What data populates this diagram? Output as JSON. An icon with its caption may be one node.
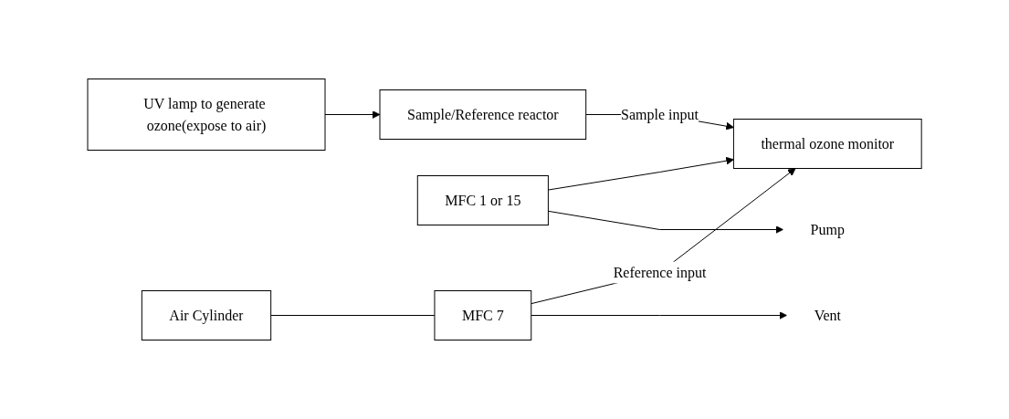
{
  "diagram": {
    "nodes": [
      {
        "text": [
          "UV lamp to generate ozone(expose to air)"
        ]
      },
      {
        "text": [
          "Sample/Reference reactor"
        ]
      },
      {
        "text": [
          "MFC 1 or 15"
        ]
      },
      {
        "text": [
          "Pump"
        ]
      },
      {
        "text": [
          "thermal ozone monitor"
        ]
      },
      {
        "text": [
          "Air Cylinder"
        ]
      },
      {
        "text": [
          "MFC 7"
        ]
      },
      {
        "text": [
          "Vent"
        ]
      }
    ],
    "edges": [
      {
        "from": 0,
        "to": 1,
        "arrow": "to"
      },
      {
        "from": 1,
        "to": 4,
        "arrow": "to",
        "label": "Sample input"
      },
      {
        "from": 2,
        "to": 4,
        "arrow": "to"
      },
      {
        "from": 2,
        "to": 3,
        "arrow": "to"
      },
      {
        "from": 5,
        "to": 6,
        "arrow": "none"
      },
      {
        "from": 6,
        "to": 4,
        "arrow": "to",
        "label": "Reference input"
      },
      {
        "from": 6,
        "to": 7,
        "arrow": "to"
      }
    ]
  }
}
